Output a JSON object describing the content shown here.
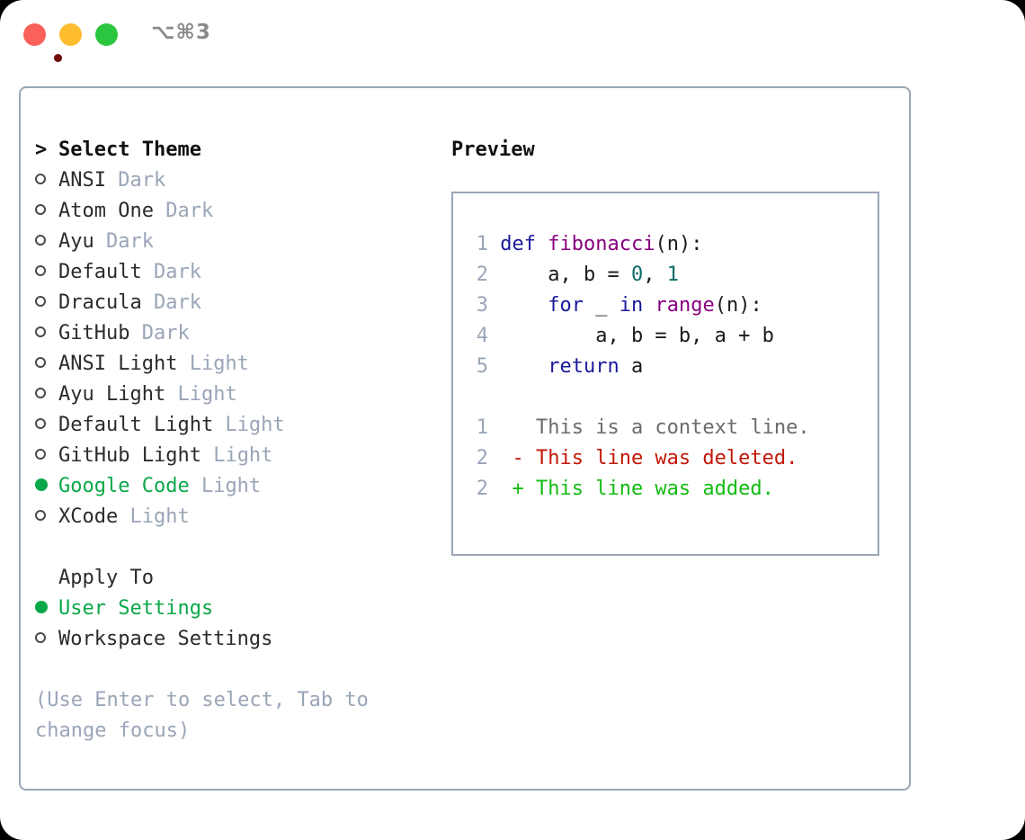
{
  "window": {
    "title": "⌥⌘3",
    "controls": [
      {
        "name": "close",
        "color": "#fa6158"
      },
      {
        "name": "minimize",
        "color": "#fdbd2f"
      },
      {
        "name": "maximize",
        "color": "#2ac63f"
      }
    ]
  },
  "theme_picker": {
    "header": "Select Theme",
    "header_prefix": "> ",
    "items": [
      {
        "label": "ANSI",
        "badge": "Dark",
        "selected": false
      },
      {
        "label": "Atom One",
        "badge": "Dark",
        "selected": false
      },
      {
        "label": "Ayu",
        "badge": "Dark",
        "selected": false
      },
      {
        "label": "Default",
        "badge": "Dark",
        "selected": false
      },
      {
        "label": "Dracula",
        "badge": "Dark",
        "selected": false
      },
      {
        "label": "GitHub",
        "badge": "Dark",
        "selected": false
      },
      {
        "label": "ANSI Light",
        "badge": "Light",
        "selected": false
      },
      {
        "label": "Ayu Light",
        "badge": "Light",
        "selected": false
      },
      {
        "label": "Default Light",
        "badge": "Light",
        "selected": false
      },
      {
        "label": "GitHub Light",
        "badge": "Light",
        "selected": false
      },
      {
        "label": "Google Code",
        "badge": "Light",
        "selected": true
      },
      {
        "label": "XCode",
        "badge": "Light",
        "selected": false
      }
    ]
  },
  "apply_to": {
    "header": "Apply To",
    "items": [
      {
        "label": "User Settings",
        "selected": true
      },
      {
        "label": "Workspace Settings",
        "selected": false
      }
    ]
  },
  "hint": "(Use Enter to select, Tab to change focus)",
  "preview": {
    "title": "Preview",
    "code_lines": [
      {
        "num": "1",
        "tokens": [
          {
            "t": "def ",
            "c": "kw"
          },
          {
            "t": "fibonacci",
            "c": "fn"
          },
          {
            "t": "(n):",
            "c": "plain"
          }
        ]
      },
      {
        "num": "2",
        "tokens": [
          {
            "t": "    a, b = ",
            "c": "plain"
          },
          {
            "t": "0",
            "c": "num"
          },
          {
            "t": ", ",
            "c": "plain"
          },
          {
            "t": "1",
            "c": "num"
          }
        ]
      },
      {
        "num": "3",
        "tokens": [
          {
            "t": "    ",
            "c": "plain"
          },
          {
            "t": "for",
            "c": "kw"
          },
          {
            "t": " _ ",
            "c": "plain"
          },
          {
            "t": "in",
            "c": "kw"
          },
          {
            "t": " ",
            "c": "plain"
          },
          {
            "t": "range",
            "c": "fn"
          },
          {
            "t": "(n):",
            "c": "plain"
          }
        ]
      },
      {
        "num": "4",
        "tokens": [
          {
            "t": "        a, b = b, a + b",
            "c": "plain"
          }
        ]
      },
      {
        "num": "5",
        "tokens": [
          {
            "t": "    ",
            "c": "plain"
          },
          {
            "t": "return",
            "c": "kw"
          },
          {
            "t": " a",
            "c": "plain"
          }
        ]
      }
    ],
    "diff_lines": [
      {
        "num": "1",
        "sign": " ",
        "text": "This is a context line.",
        "kind": "ctx"
      },
      {
        "num": "2",
        "sign": "-",
        "text": "This line was deleted.",
        "kind": "del"
      },
      {
        "num": "2",
        "sign": "+",
        "text": "This line was added.",
        "kind": "add"
      }
    ]
  },
  "colors": {
    "accent_green": "#0aa84a",
    "border": "#9aa5b8",
    "muted": "#9aa5b8",
    "keyword": "#1a1a9c",
    "function": "#880080",
    "number": "#0b6b68",
    "diff_add": "#12bb12",
    "diff_del": "#c21807"
  }
}
